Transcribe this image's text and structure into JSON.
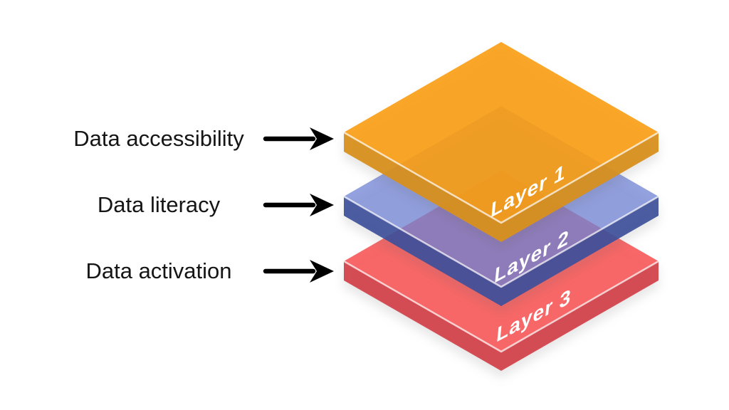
{
  "background": "#ffffff",
  "stack": {
    "layers": [
      {
        "annotation": "Data accessibility",
        "name": "Layer 1",
        "top_color": "#F99D12",
        "side_color": "#D8901D"
      },
      {
        "annotation": "Data literacy",
        "name": "Layer 2",
        "top_color": "#7083D6",
        "side_color": "#3D4F9A"
      },
      {
        "annotation": "Data activation",
        "name": "Layer 3",
        "top_color": "#F75C5C",
        "side_color": "#D4454C"
      }
    ],
    "name_text_color": "#ffffff",
    "edge_highlight_color": "#ffffff"
  },
  "annotations": {
    "text_color": "#151515",
    "arrow_color": "#000000"
  }
}
